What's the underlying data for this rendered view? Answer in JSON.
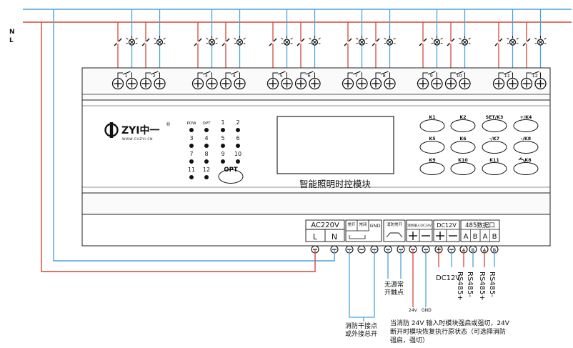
{
  "power": {
    "n_label": "N",
    "l_label": "L"
  },
  "module": {
    "brand": "ZYI中一",
    "brand_reg": "®",
    "website": "WWW.CHZYI.CN",
    "title": "智能照明时控模块",
    "indicators": [
      "POW",
      "OPT",
      "1",
      "2",
      "3",
      "4",
      "5",
      "6",
      "7",
      "8",
      "9",
      "10",
      "11",
      "12"
    ],
    "opt_button": "OPT",
    "keys": [
      "K1",
      "K2",
      "SET/K3",
      "+/K4",
      "K5",
      "K6",
      "-/K7",
      "-/K8",
      "K9",
      "K10",
      "K11",
      "K8"
    ],
    "channel_numbers": [
      "1",
      "2",
      "3",
      "4",
      "5",
      "6",
      "7",
      "8",
      "9",
      "10",
      "11",
      "12"
    ]
  },
  "terminals": {
    "ac_title": "AC220V",
    "ac_l": "L",
    "ac_n": "N",
    "fire_a": "常开",
    "fire_b": "常闭",
    "gnd": "GND",
    "passive": "消防常开",
    "dc24_title": "消防输入DC24V",
    "dc12_title": "DC12V",
    "rs485_title": "485数据口",
    "rs_a1": "A",
    "rs_b1": "B",
    "rs_a2": "A",
    "rs_b2": "B"
  },
  "annotations": {
    "passive_contact": [
      "无源常",
      "开触点"
    ],
    "dc12v": "DC12V",
    "rs485_plus_1": "RS485+",
    "rs485_minus_1": "RS485-",
    "rs485_plus_2": "RS485+",
    "rs485_minus_2": "RS485-",
    "v24": "24V",
    "gnd": "GND",
    "fire_dry": [
      "消防干接点",
      "或外接总开"
    ],
    "fire_note": [
      "当消防 24V 输入时模块强启或强切，24V",
      "断开时模块恢复执行原状态（可选择消防",
      "强启，强切）"
    ]
  }
}
